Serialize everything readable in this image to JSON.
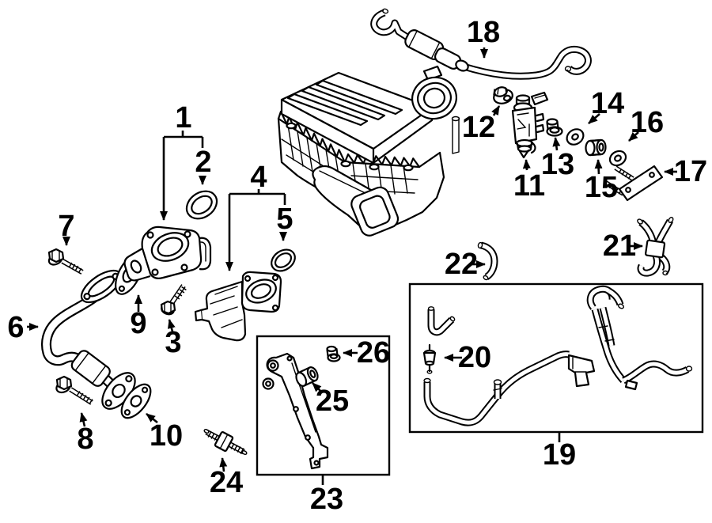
{
  "diagram": {
    "callouts": [
      {
        "label": "1"
      },
      {
        "label": "2"
      },
      {
        "label": "3"
      },
      {
        "label": "4"
      },
      {
        "label": "5"
      },
      {
        "label": "6"
      },
      {
        "label": "7"
      },
      {
        "label": "8"
      },
      {
        "label": "9"
      },
      {
        "label": "10"
      },
      {
        "label": "11"
      },
      {
        "label": "12"
      },
      {
        "label": "13"
      },
      {
        "label": "14"
      },
      {
        "label": "15"
      },
      {
        "label": "16"
      },
      {
        "label": "17"
      },
      {
        "label": "18"
      },
      {
        "label": "19"
      },
      {
        "label": "20"
      },
      {
        "label": "21"
      },
      {
        "label": "22"
      },
      {
        "label": "23"
      },
      {
        "label": "24"
      },
      {
        "label": "25"
      },
      {
        "label": "26"
      }
    ]
  }
}
